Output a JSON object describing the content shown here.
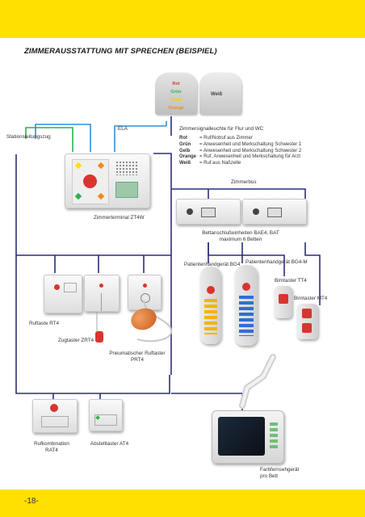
{
  "page": {
    "title": "ZIMMERAUSSTATTUNG MIT SPRECHEN (BEISPIEL)",
    "page_number": "-18-"
  },
  "signal_lamp": {
    "colors": [
      "Rot",
      "Grün",
      "Gelb",
      "Orange"
    ],
    "white_label": "Weiß"
  },
  "labels": {
    "stationsleitungszug": "Stationsleitungszug",
    "ela": "ELA",
    "zimmersignalleuchte": "Zimmersignalleuchte für Flur und WC",
    "zimmerbus": "Zimmerbus",
    "zimmerterminal": "Zimmerterminal ZT4W",
    "bettanschluss_1": "Bettanschlußeinheiten BAE4, BAT",
    "bettanschluss_2": "maximum 6 Betten",
    "bg4": "Patientenhandgerät BG4",
    "bg4m": "Patientenhandgerät BG4-M",
    "tt4": "Birntaster TT4",
    "mt4": "Birntaster MT4",
    "rt4": "Ruftaste RT4",
    "zrt4": "Zugtaster ZRT4",
    "prt4_1": "Pneumatischer Ruftaster",
    "prt4_2": "PRT4",
    "rk_1": "Rufkombination",
    "rk_2": "RAT4",
    "at4": "Abstelltaster AT4",
    "tv_1": "Farbfernsehgerät",
    "tv_2": "pro Bett"
  },
  "legend": [
    {
      "key": "Rot",
      "text": "= Ruf/Notruf aus Zimmer"
    },
    {
      "key": "Grün",
      "text": "= Anwesenheit und Merkschaltung Schwester 1"
    },
    {
      "key": "Gelb",
      "text": "= Anwesenheit und Merkschaltung Schwester 2"
    },
    {
      "key": "Orange",
      "text": "= Ruf, Anwesenheit und Merkschaltung für Arzt"
    },
    {
      "key": "Weiß",
      "text": "= Ruf aus Naßzelle"
    }
  ],
  "colors": {
    "accent_bar": "#ffe000",
    "bus_line": "#2a2f7a",
    "green_line": "#2bb34b",
    "blue_line": "#2f8fd8",
    "red": "#d8352f"
  }
}
